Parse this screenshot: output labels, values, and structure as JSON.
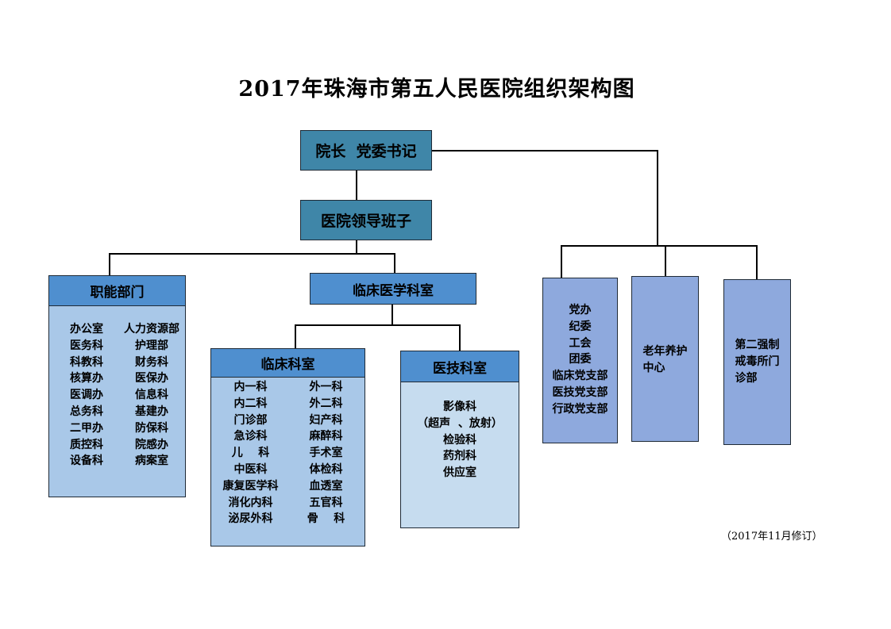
{
  "title": "2017年珠海市第五人民医院组织架构图",
  "nodes": {
    "president": "院长  党委书记",
    "leadership": "医院领导班子",
    "functional": "职能部门",
    "clinical_medicine": "临床医学科室",
    "clinical": "临床科室",
    "medtech": "医技科室",
    "elderly": "老年养护\n中心",
    "rehab": "第二强制\n戒毒所门\n诊部"
  },
  "functional_items": [
    "办公室",
    "人力资源部",
    "医务科",
    "护理部",
    "科教科",
    "财务科",
    "核算办",
    "医保办",
    "医调办",
    "信息科",
    "总务科",
    "基建办",
    "二甲办",
    "防保科",
    "质控科",
    "院感办",
    "设备科",
    "病案室"
  ],
  "clinical_items": [
    "内一科",
    "外一科",
    "内二科",
    "外二科",
    "门诊部",
    "妇产科",
    "急诊科",
    "麻醉科",
    "儿    科",
    "手术室",
    "中医科",
    "体检科",
    "康复医学科",
    "血透室",
    "消化内科",
    "五官科",
    "泌尿外科",
    "骨    科"
  ],
  "medtech_items": [
    "影像科",
    "（超声  、放射）",
    "检验科",
    "药剂科",
    "供应室"
  ],
  "party_items": [
    "党办",
    "纪委",
    "工会",
    "团委",
    "临床党支部",
    "医技党支部",
    "行政党支部"
  ],
  "revision_note": "（2017年11月修订）",
  "colors": {
    "teal": "#3f86a8",
    "blue": "#4f8fcf",
    "lightblue": "#a9c8e8",
    "paleblue": "#c6dcef",
    "periwinkle": "#8ea9dd"
  }
}
